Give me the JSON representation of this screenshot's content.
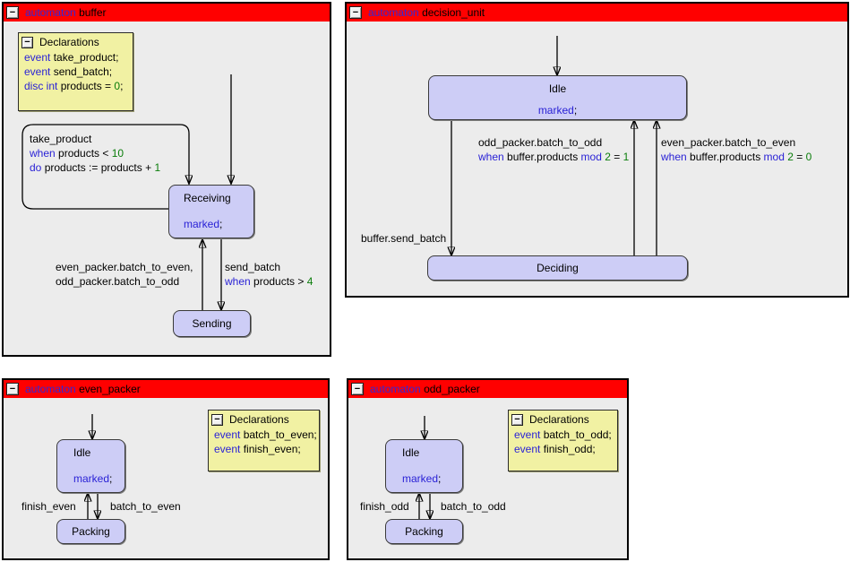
{
  "ui": {
    "collapse_glyph": "−"
  },
  "colors": {
    "panel_header": "#ff0000",
    "panel_fill": "#ececec",
    "keyword_blue": "#2a22d6",
    "number_green": "#0a7d0a",
    "state_fill": "#cdcdf6",
    "declaration_fill": "#f1f1a3"
  },
  "panels": {
    "buffer": {
      "keyword": "automaton",
      "title": "buffer",
      "declarations": {
        "title": "Declarations",
        "lines": [
          [
            {
              "t": "event",
              "c": "k"
            },
            {
              "t": " take_product;"
            }
          ],
          [
            {
              "t": "event",
              "c": "k"
            },
            {
              "t": " send_batch;"
            }
          ],
          [
            {
              "t": "disc int",
              "c": "k"
            },
            {
              "t": " products = "
            },
            {
              "t": "0",
              "c": "n"
            },
            {
              "t": ";"
            }
          ]
        ]
      },
      "states": {
        "receiving": {
          "label": "Receiving",
          "marked": [
            {
              "t": "marked",
              "c": "k"
            },
            {
              "t": ";"
            }
          ]
        },
        "sending": {
          "label": "Sending"
        }
      },
      "edges": {
        "self_loop": [
          [
            {
              "t": "take_product"
            }
          ],
          [
            {
              "t": "when",
              "c": "k"
            },
            {
              "t": " products < "
            },
            {
              "t": "10",
              "c": "n"
            }
          ],
          [
            {
              "t": "do",
              "c": "k"
            },
            {
              "t": " products := products + "
            },
            {
              "t": "1",
              "c": "n"
            }
          ]
        ],
        "to_receiving": [
          [
            {
              "t": "even_packer.batch_to_even,"
            }
          ],
          [
            {
              "t": "odd_packer.batch_to_odd"
            }
          ]
        ],
        "to_sending": [
          [
            {
              "t": "send_batch"
            }
          ],
          [
            {
              "t": "when",
              "c": "k"
            },
            {
              "t": " products > "
            },
            {
              "t": "4",
              "c": "n"
            }
          ]
        ]
      }
    },
    "decision_unit": {
      "keyword": "automaton",
      "title": "decision_unit",
      "states": {
        "idle": {
          "label": "Idle",
          "marked": [
            {
              "t": "marked",
              "c": "k"
            },
            {
              "t": ";"
            }
          ]
        },
        "deciding": {
          "label": "Deciding"
        }
      },
      "edges": {
        "to_deciding": [
          [
            {
              "t": "buffer.send_batch"
            }
          ]
        ],
        "odd": [
          [
            {
              "t": "odd_packer.batch_to_odd"
            }
          ],
          [
            {
              "t": "when",
              "c": "k"
            },
            {
              "t": " buffer.products "
            },
            {
              "t": "mod",
              "c": "k"
            },
            {
              "t": " "
            },
            {
              "t": "2",
              "c": "n"
            },
            {
              "t": " = "
            },
            {
              "t": "1",
              "c": "n"
            }
          ]
        ],
        "even": [
          [
            {
              "t": "even_packer.batch_to_even"
            }
          ],
          [
            {
              "t": "when",
              "c": "k"
            },
            {
              "t": " buffer.products "
            },
            {
              "t": "mod",
              "c": "k"
            },
            {
              "t": " "
            },
            {
              "t": "2",
              "c": "n"
            },
            {
              "t": " = "
            },
            {
              "t": "0",
              "c": "n"
            }
          ]
        ]
      }
    },
    "even_packer": {
      "keyword": "automaton",
      "title": "even_packer",
      "declarations": {
        "title": "Declarations",
        "lines": [
          [
            {
              "t": "event",
              "c": "k"
            },
            {
              "t": " batch_to_even;"
            }
          ],
          [
            {
              "t": "event",
              "c": "k"
            },
            {
              "t": " finish_even;"
            }
          ]
        ]
      },
      "states": {
        "idle": {
          "label": "Idle",
          "marked": [
            {
              "t": "marked",
              "c": "k"
            },
            {
              "t": ";"
            }
          ]
        },
        "packing": {
          "label": "Packing"
        }
      },
      "edges": {
        "finish": [
          [
            {
              "t": "finish_even"
            }
          ]
        ],
        "batch": [
          [
            {
              "t": "batch_to_even"
            }
          ]
        ]
      }
    },
    "odd_packer": {
      "keyword": "automaton",
      "title": "odd_packer",
      "declarations": {
        "title": "Declarations",
        "lines": [
          [
            {
              "t": "event",
              "c": "k"
            },
            {
              "t": " batch_to_odd;"
            }
          ],
          [
            {
              "t": "event",
              "c": "k"
            },
            {
              "t": " finish_odd;"
            }
          ]
        ]
      },
      "states": {
        "idle": {
          "label": "Idle",
          "marked": [
            {
              "t": "marked",
              "c": "k"
            },
            {
              "t": ";"
            }
          ]
        },
        "packing": {
          "label": "Packing"
        }
      },
      "edges": {
        "finish": [
          [
            {
              "t": "finish_odd"
            }
          ]
        ],
        "batch": [
          [
            {
              "t": "batch_to_odd"
            }
          ]
        ]
      }
    }
  }
}
